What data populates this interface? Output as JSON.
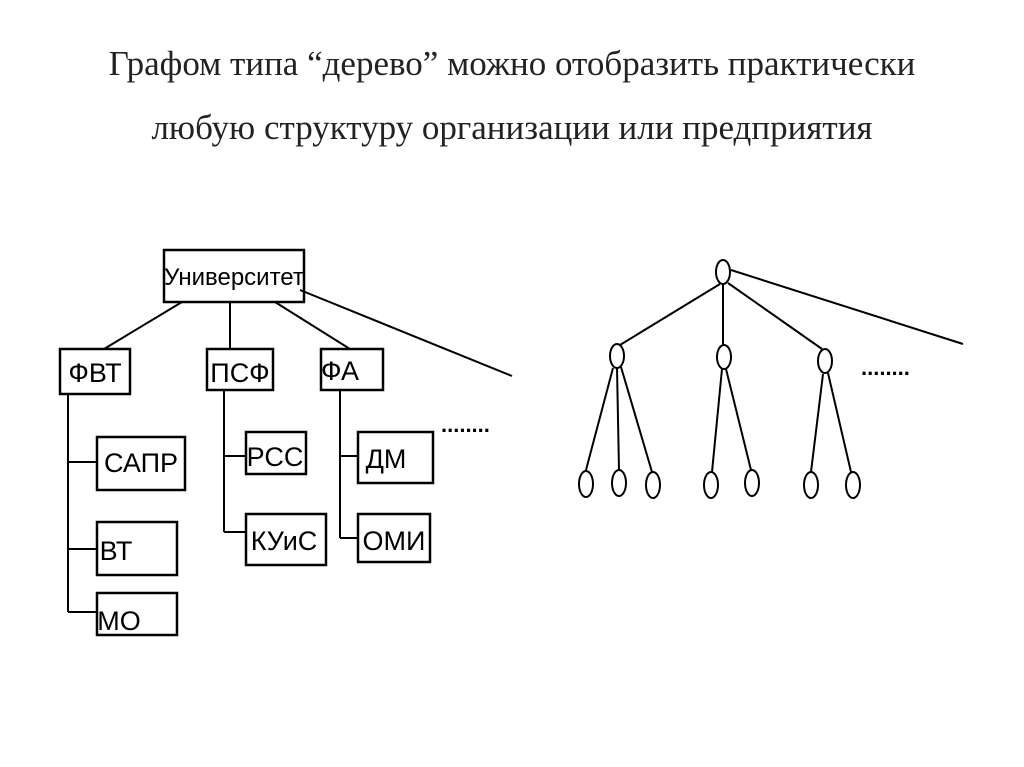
{
  "title": {
    "line1": "Графом типа “дерево” можно отобразить практически",
    "line2": "любую структуру организации или предприятия"
  },
  "org_tree": {
    "root": "Университет",
    "departments": [
      {
        "label": "ФВТ",
        "children": [
          "САПР",
          "ВТ",
          "МО"
        ]
      },
      {
        "label": "ПСФ",
        "children": [
          "РСС",
          "КУиС"
        ]
      },
      {
        "label": "ФА",
        "children": [
          "ДМ",
          "ОМИ"
        ]
      }
    ],
    "ellipsis": "........"
  },
  "abstract_tree": {
    "ellipsis": "........"
  },
  "colors": {
    "stroke": "#000000",
    "text": "#222222",
    "background": "#ffffff"
  }
}
